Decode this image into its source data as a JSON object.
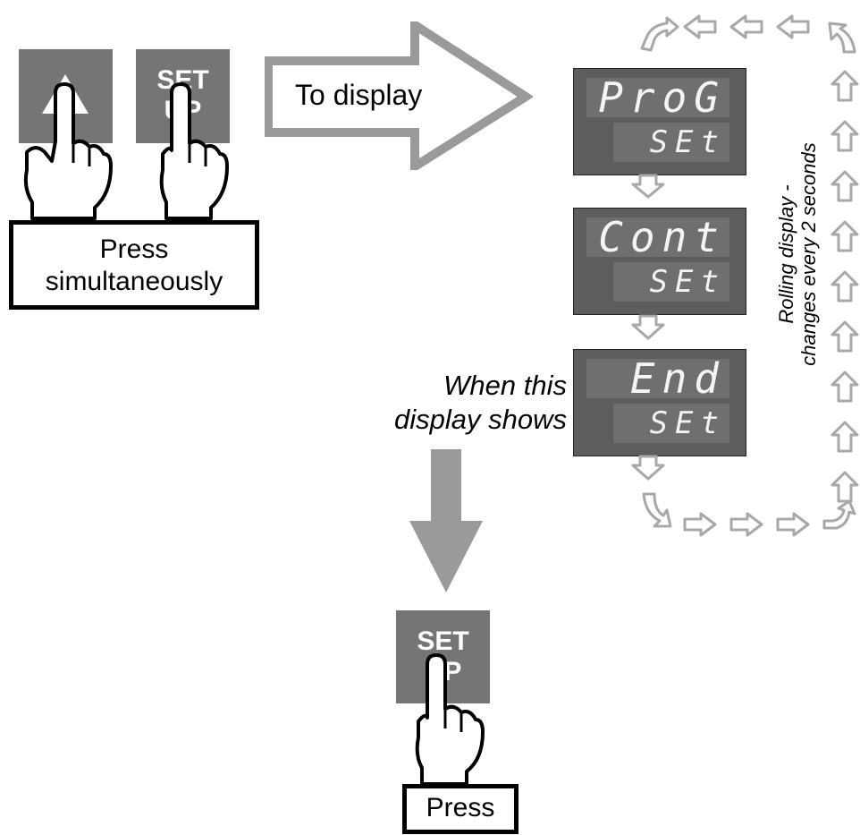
{
  "buttons": {
    "up_arrow_key": {
      "icon": "up-arrow-icon"
    },
    "setup_key_top": {
      "line1": "SET",
      "line2": "UP"
    },
    "setup_key_bottom": {
      "line1": "SET",
      "line2": "UP"
    }
  },
  "labels": {
    "press_simultaneously": "Press\nsimultaneously",
    "to_display": "To display",
    "when_this_display_shows": "When this\ndisplay shows",
    "rolling_display": "Rolling display -\nchanges every 2 seconds",
    "press": "Press"
  },
  "displays": [
    {
      "top": "ProG",
      "bottom": "SEt"
    },
    {
      "top": "Cont",
      "bottom": "SEt"
    },
    {
      "top": "End",
      "bottom": "SEt"
    }
  ],
  "colors": {
    "key_grey": "#757575",
    "arrow_grey": "#9a9a9a",
    "outline_arrow_grey": "#a8a8a8",
    "display_body": "#5d5d5d",
    "lcd_window": "#6f6f6f"
  }
}
